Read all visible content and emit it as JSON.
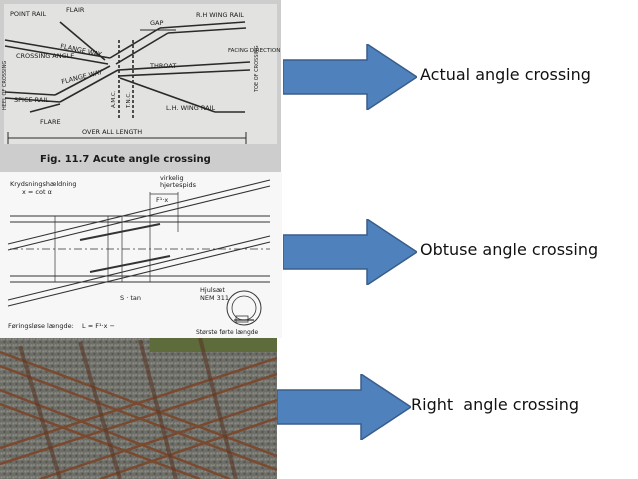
{
  "slide": {
    "crossings": [
      {
        "label": "Actual angle crossing"
      },
      {
        "label": "Obtuse angle crossing"
      },
      {
        "label": "Right  angle crossing"
      }
    ],
    "arrow_color": "#4f81bd"
  },
  "figure1": {
    "caption": "Fig. 11.7 Acute angle crossing",
    "labels": {
      "point_rail": "POINT RAIL",
      "flair": "FLAIR",
      "gap": "GAP",
      "rh_wing_rail": "R.H WING RAIL",
      "flange_way_top": "FLANGE WAY",
      "crossing_angle": "CROSSING ANGLE",
      "flange_way_bottom": "FLANGE WAY",
      "throat": "THROAT",
      "facing_direction": "FACING DIRECTION",
      "splice_rail": "SPICE RAIL",
      "amc": "A.M.C.",
      "tnc": "T.N.C.",
      "lh_wing_rail": "L.H. WING RAIL",
      "flare": "FLARE",
      "overall_length": "OVER ALL LENGTH",
      "heel_of_crossing": "HEEL OF CROSSING",
      "toe_of_crossing": "TOE OF CROSSING"
    }
  },
  "figure2": {
    "labels": {
      "krydsnings": "Krydsningshældning",
      "formula_top": "x = cot α",
      "virkelig": "virkelig",
      "hjertespids": "hjertespids",
      "f1x": "F¹·x",
      "stan": "S · tan",
      "hjulsaet": "Hjulsæt",
      "nem": "NEM 311",
      "foringslose": "Føringsløse længde:",
      "formula_bottom": "L ≈ F¹·x −",
      "storste": "Største førte længde"
    }
  }
}
